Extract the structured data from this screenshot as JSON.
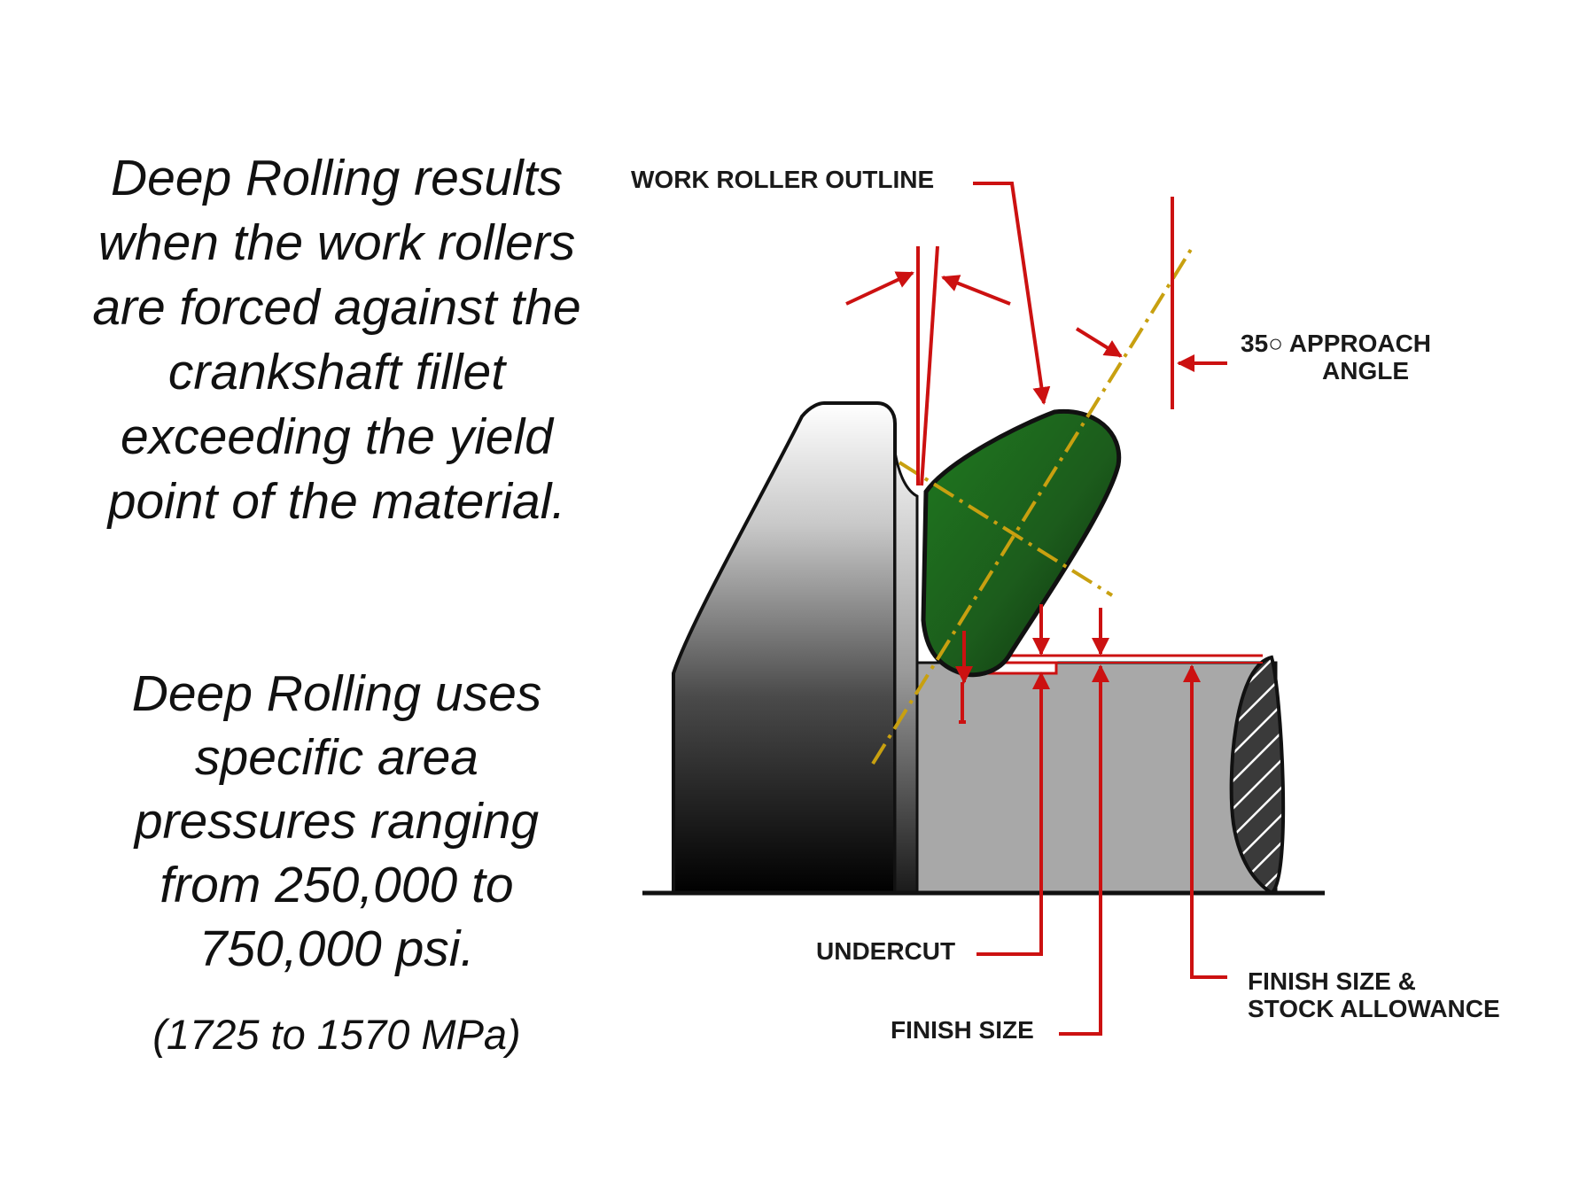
{
  "paragraph1": {
    "lines": [
      "Deep Rolling results",
      "when the work rollers",
      "are forced against the",
      "crankshaft fillet",
      "exceeding the yield",
      "point of the material."
    ]
  },
  "paragraph2": {
    "lines": [
      "Deep Rolling uses",
      "specific area",
      "pressures ranging",
      "from 250,000 to",
      "750,000 psi."
    ]
  },
  "note": "(1725 to 1570 MPa)",
  "diagram": {
    "labels": {
      "work_roller_outline": "WORK ROLLER OUTLINE",
      "approach_angle_line1": "35○ APPROACH",
      "approach_angle_line2": "ANGLE",
      "undercut": "UNDERCUT",
      "finish_size": "FINISH SIZE",
      "finish_stock_line1": "FINISH SIZE &",
      "finish_stock_line2": "STOCK ALLOWANCE"
    },
    "colors": {
      "leader_red": "#cc1111",
      "centerline_gold": "#c8a010",
      "roller_green": "#1f7a1f",
      "journal_gray": "#a8a8a8",
      "outline_black": "#111111"
    }
  }
}
